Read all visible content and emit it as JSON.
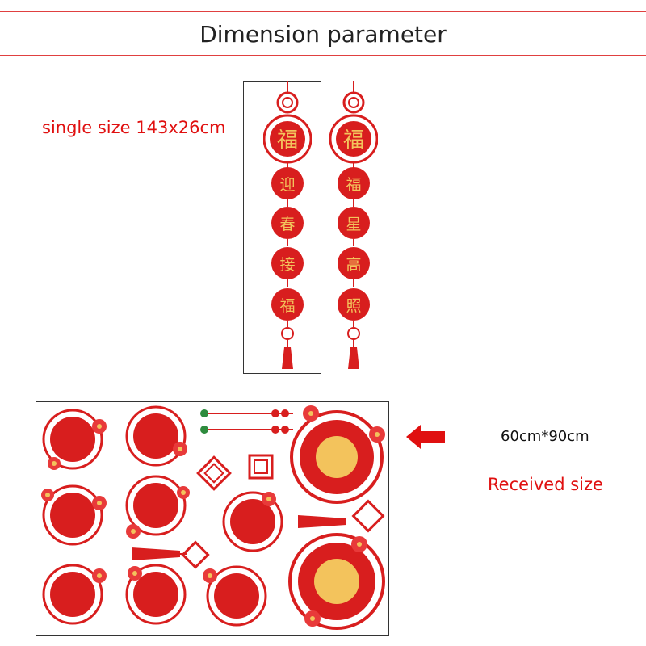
{
  "header": {
    "title": "Dimension parameter"
  },
  "product": {
    "single_size": "single size 143x26cm",
    "dimension": "60cm*90cm",
    "received_size": "Received size"
  },
  "colors": {
    "accent": "#e01010",
    "red": "#d81e1e",
    "gold": "#f3c35c",
    "divider": "#e04040"
  },
  "couplet_left": [
    "福",
    "迎",
    "春",
    "接",
    "福"
  ],
  "couplet_right": [
    "福",
    "福",
    "星",
    "高",
    "照"
  ]
}
